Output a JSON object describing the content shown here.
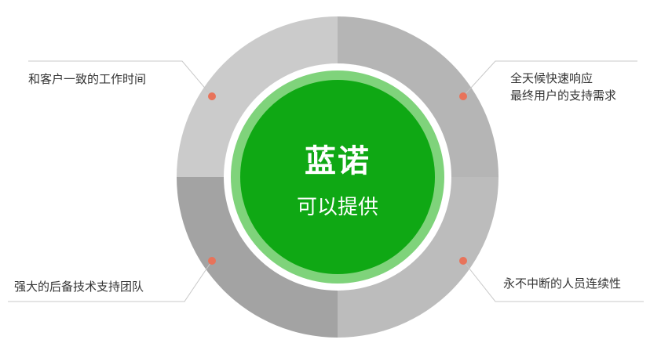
{
  "diagram": {
    "center": {
      "title": "蓝诺",
      "subtitle": "可以提供"
    },
    "quadrants": [
      {
        "position": "top-left",
        "lines": [
          "和客户一致的工作时间"
        ]
      },
      {
        "position": "top-right",
        "lines": [
          "全天候快速响应",
          "最终用户的支持需求"
        ]
      },
      {
        "position": "bottom-left",
        "lines": [
          "强大的后备技术支持团队"
        ]
      },
      {
        "position": "bottom-right",
        "lines": [
          "永不中断的人员连续性"
        ]
      }
    ],
    "colors": {
      "center_fill": "#0fa814",
      "center_ring": "#7fd37b",
      "quadrant_top_left": "#cbcbcb",
      "quadrant_top_right": "#b5b5b5",
      "quadrant_bottom_left": "#a3a3a3",
      "quadrant_bottom_right": "#bcbcbc",
      "dot": "#e8735a",
      "leader_line": "#c8c8c8"
    }
  }
}
